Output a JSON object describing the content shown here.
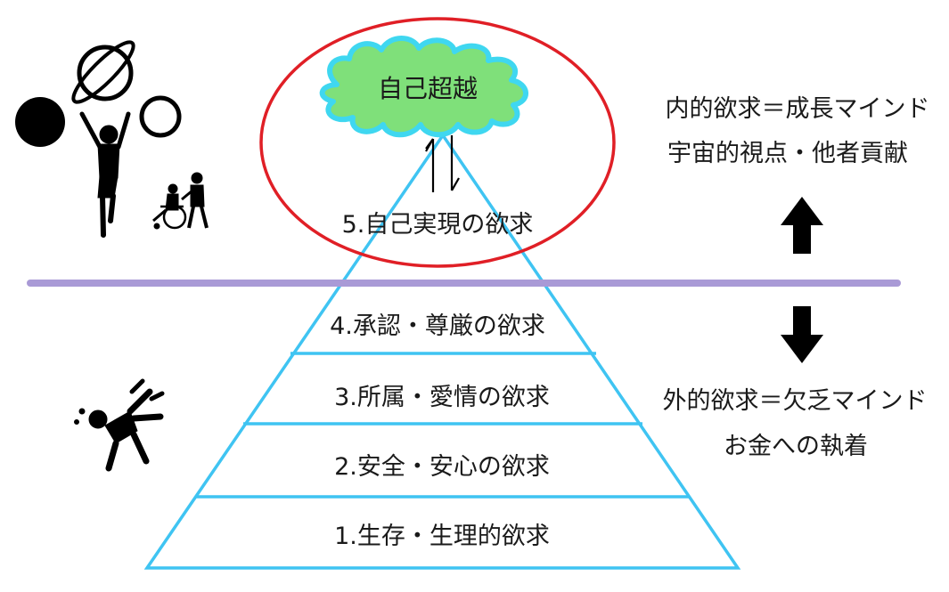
{
  "diagram": {
    "top_label": "自己超越",
    "levels": [
      {
        "label": "5.自己実現の欲求"
      },
      {
        "label": "4.承認・尊厳の欲求"
      },
      {
        "label": "3.所属・愛情の欲求"
      },
      {
        "label": "2.安全・安心の欲求"
      },
      {
        "label": "1.生存・生理的欲求"
      }
    ],
    "upper_side": {
      "line1": "内的欲求＝成長マインド",
      "line2": "宇宙的視点・他者貢献"
    },
    "lower_side": {
      "line1": "外的欲求＝欠乏マインド",
      "line2": "お金への執着"
    },
    "colors": {
      "pyramid": "#3fc4f2",
      "ellipse": "#e01f26",
      "divider": "#a99ad6",
      "cloud_fill": "#7fe07a",
      "cloud_outline": "#3fd7f0",
      "arrows": "#000000"
    }
  }
}
